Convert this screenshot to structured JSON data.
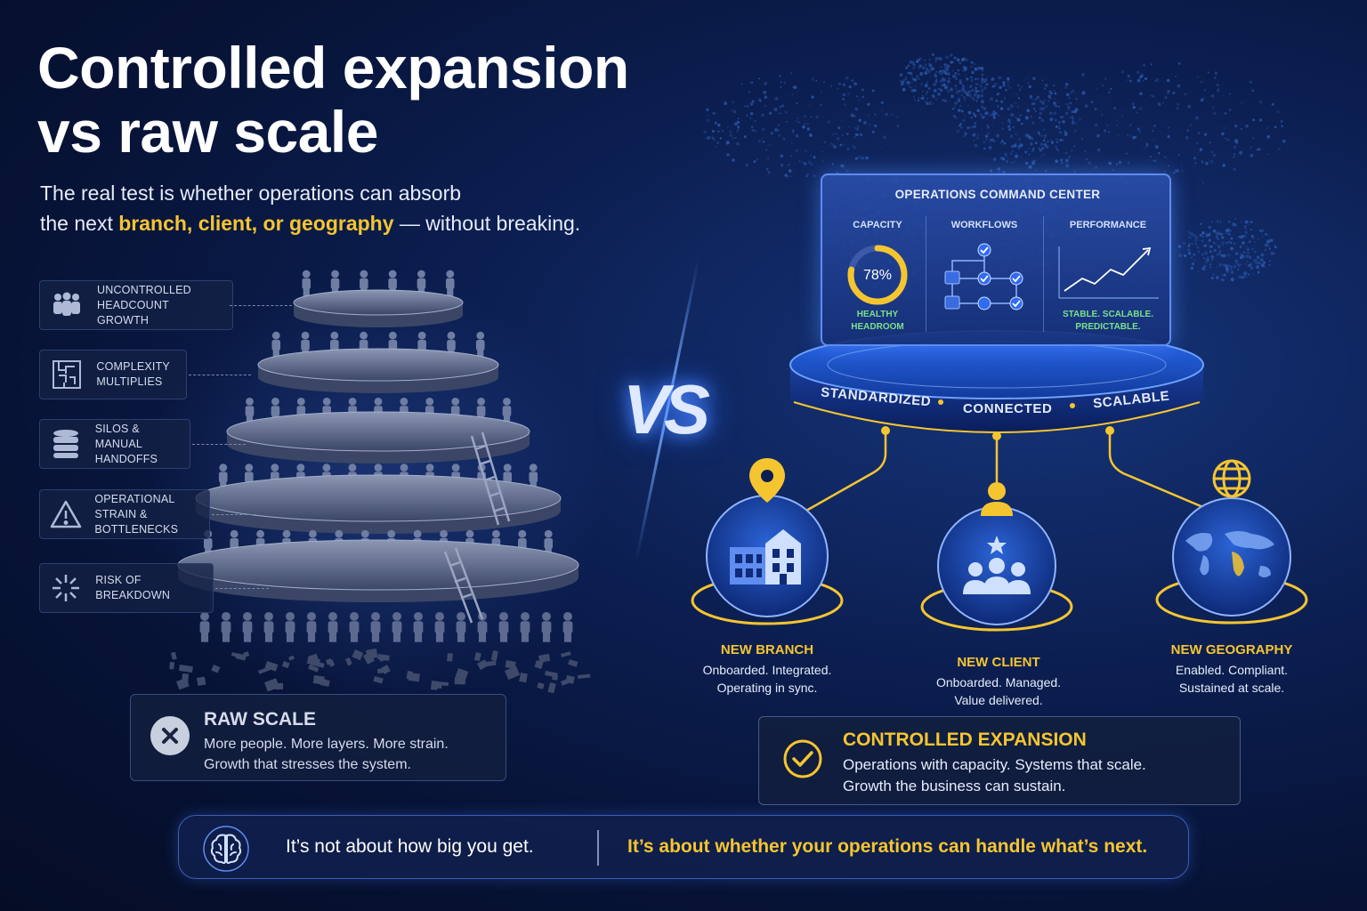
{
  "header": {
    "title_line1": "Controlled expansion",
    "title_line2": "vs raw scale",
    "subtitle_line1": "The real test is whether operations can absorb",
    "subtitle_pre": "the next ",
    "subtitle_highlight": "branch, client, or geography",
    "subtitle_post": " — without breaking."
  },
  "risks": [
    {
      "label": "UNCONTROLLED HEADCOUNT GROWTH",
      "icon": "people-group-icon"
    },
    {
      "label": "COMPLEXITY MULTIPLIES",
      "icon": "maze-icon"
    },
    {
      "label": "SILOS & MANUAL HANDOFFS",
      "icon": "database-stack-icon"
    },
    {
      "label": "OPERATIONAL STRAIN & BOTTLENECKS",
      "icon": "warning-icon"
    },
    {
      "label": "RISK OF BREAKDOWN",
      "icon": "burst-icon"
    }
  ],
  "vs_label": "VS",
  "raw_scale": {
    "title": "RAW SCALE",
    "line1": "More people. More layers. More strain.",
    "line2": "Growth that stresses the system.",
    "icon": "x-circle-icon"
  },
  "command_center": {
    "title": "OPERATIONS COMMAND CENTER",
    "capacity": {
      "label": "CAPACITY",
      "value": "78%",
      "fraction": 0.78,
      "note_line1": "HEALTHY",
      "note_line2": "HEADROOM"
    },
    "workflows": {
      "label": "WORKFLOWS"
    },
    "performance": {
      "label": "PERFORMANCE",
      "note_line1": "STABLE. SCALABLE.",
      "note_line2": "PREDICTABLE."
    }
  },
  "platform": {
    "words": [
      "STANDARDIZED",
      "CONNECTED",
      "SCALABLE"
    ]
  },
  "nodes": [
    {
      "title": "NEW BRANCH",
      "line1": "Onboarded. Integrated.",
      "line2": "Operating in sync.",
      "icon": "building-icon",
      "marker": "location-pin-icon"
    },
    {
      "title": "NEW CLIENT",
      "line1": "Onboarded. Managed.",
      "line2": "Value delivered.",
      "icon": "team-star-icon",
      "marker": "person-icon"
    },
    {
      "title": "NEW GEOGRAPHY",
      "line1": "Enabled. Compliant.",
      "line2": "Sustained at scale.",
      "icon": "world-map-icon",
      "marker": "globe-icon"
    }
  ],
  "controlled_expansion": {
    "title": "CONTROLLED EXPANSION",
    "line1": "Operations with capacity. Systems that scale.",
    "line2": "Growth the business can sustain.",
    "icon": "check-circle-icon"
  },
  "footer": {
    "left": "It’s not about how big you get.",
    "right": "It’s about whether your operations can handle what’s next.",
    "icon": "brain-icon"
  },
  "colors": {
    "accent_gold": "#f5c530",
    "accent_blue": "#4f86f7",
    "healthy_green": "#7be08a",
    "bg_dark": "#071336"
  }
}
